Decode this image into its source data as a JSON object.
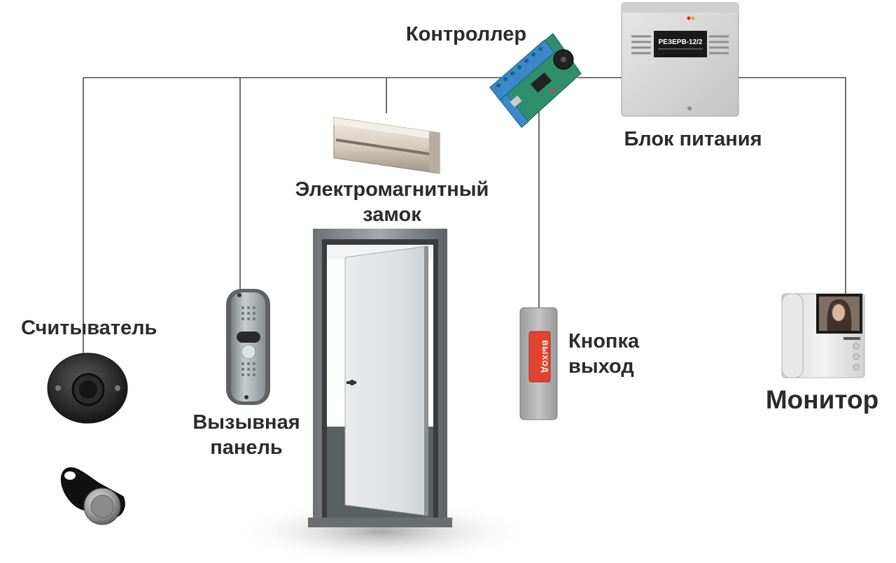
{
  "labels": {
    "controller": "Контроллер",
    "power_supply": "Блок питания",
    "lock_line1": "Электромагнитный",
    "lock_line2": "замок",
    "reader": "Считыватель",
    "call_panel_line1": "Вызывная",
    "call_panel_line2": "панель",
    "exit_button_line1": "Кнопка",
    "exit_button_line2": "выход",
    "monitor": "Монитор"
  },
  "device_text": {
    "psu_name": "РЕЗЕРВ-12/2",
    "exit_button_text": "ВЫХОД"
  },
  "colors": {
    "wire": "#4a4a4a",
    "label_text": "#2b2b2b",
    "exit_button_red": "#e0432e",
    "controller_board": "#2f8f6a",
    "terminal_blue": "#3a88c8",
    "psu_case": "#dcdcdc",
    "door_panel": "#e6e8ea"
  }
}
